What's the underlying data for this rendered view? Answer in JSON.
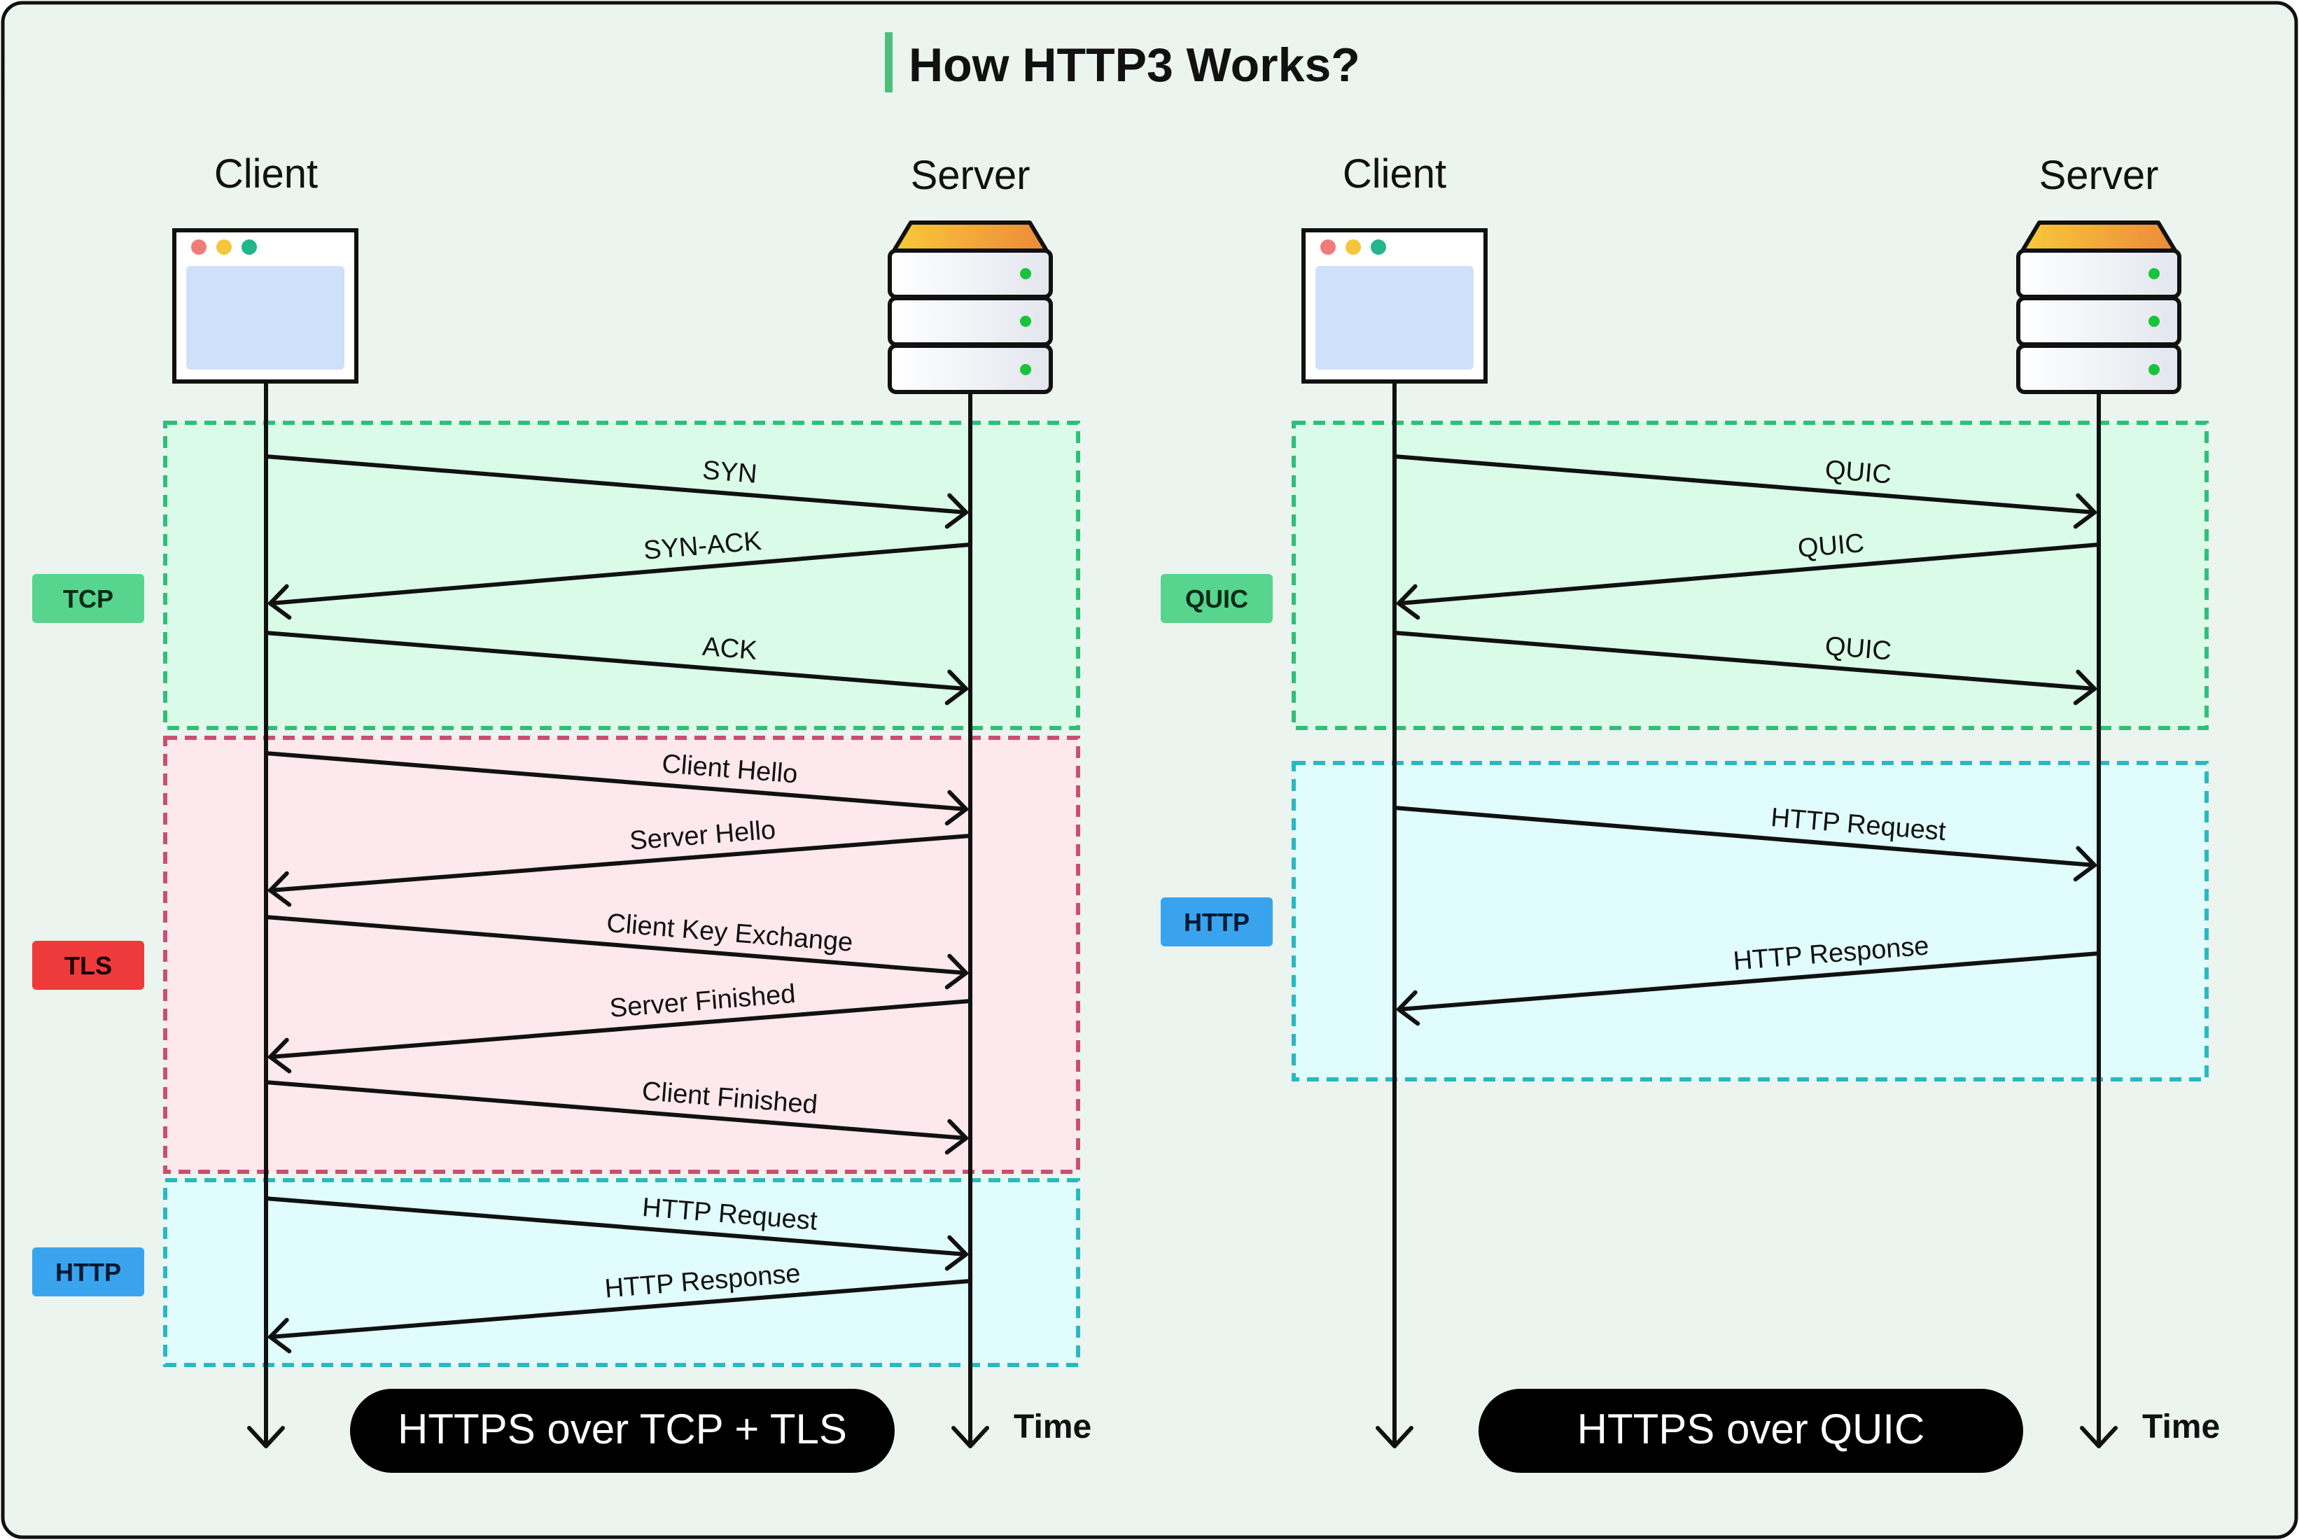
{
  "title": "How HTTP3 Works?",
  "colors": {
    "background": "#ebf4ef",
    "title_bar": "#4fbf7e",
    "tcp_zone_fill": "#d9fbe8",
    "tcp_zone_border": "#2fbf78",
    "tls_zone_fill": "#fde8ee",
    "tls_zone_border": "#c8506e",
    "http_zone_fill": "#e0fcfc",
    "http_zone_border": "#2ab8c0",
    "tcp_badge": "#57d48e",
    "quic_badge": "#57d48e",
    "tls_badge": "#ee3a3a",
    "http_badge": "#3aa3ee"
  },
  "icons": {
    "client": "browser-window-icon",
    "server": "server-rack-icon"
  },
  "left": {
    "client_label": "Client",
    "server_label": "Server",
    "time_label": "Time",
    "footer": "HTTPS over TCP + TLS",
    "zones": [
      {
        "badge": "TCP",
        "messages": [
          {
            "text": "SYN",
            "direction": "to-server"
          },
          {
            "text": "SYN-ACK",
            "direction": "to-client"
          },
          {
            "text": "ACK",
            "direction": "to-server"
          }
        ]
      },
      {
        "badge": "TLS",
        "messages": [
          {
            "text": "Client Hello",
            "direction": "to-server"
          },
          {
            "text": "Server Hello",
            "direction": "to-client"
          },
          {
            "text": "Client Key Exchange",
            "direction": "to-server"
          },
          {
            "text": "Server Finished",
            "direction": "to-client"
          },
          {
            "text": "Client Finished",
            "direction": "to-server"
          }
        ]
      },
      {
        "badge": "HTTP",
        "messages": [
          {
            "text": "HTTP Request",
            "direction": "to-server"
          },
          {
            "text": "HTTP Response",
            "direction": "to-client"
          }
        ]
      }
    ]
  },
  "right": {
    "client_label": "Client",
    "server_label": "Server",
    "time_label": "Time",
    "footer": "HTTPS over QUIC",
    "zones": [
      {
        "badge": "QUIC",
        "messages": [
          {
            "text": "QUIC",
            "direction": "to-server"
          },
          {
            "text": "QUIC",
            "direction": "to-client"
          },
          {
            "text": "QUIC",
            "direction": "to-server"
          }
        ]
      },
      {
        "badge": "HTTP",
        "messages": [
          {
            "text": "HTTP Request",
            "direction": "to-server"
          },
          {
            "text": "HTTP Response",
            "direction": "to-client"
          }
        ]
      }
    ]
  }
}
